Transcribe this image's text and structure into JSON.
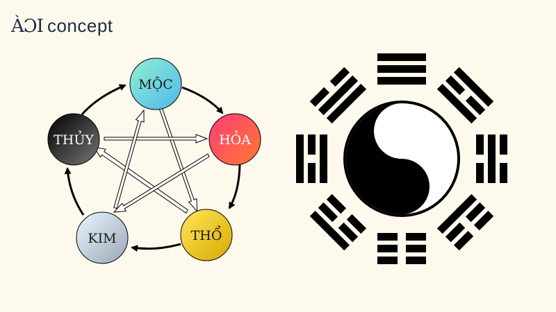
{
  "logo": {
    "mark": "ÀƆI",
    "word": "concept"
  },
  "elements": [
    {
      "label": "MỘC",
      "text_color": "#1a1a1a",
      "gradient": [
        "#8ff0cf",
        "#4fb8ec"
      ]
    },
    {
      "label": "HỎA",
      "text_color": "#ffffff",
      "gradient": [
        "#ff3b7a",
        "#ff7a2e"
      ]
    },
    {
      "label": "THỔ",
      "text_color": "#1a1a1a",
      "gradient": [
        "#ffe85a",
        "#d9a800"
      ]
    },
    {
      "label": "KIM",
      "text_color": "#1a1a1a",
      "gradient": [
        "#eaf5ff",
        "#9aa7b5"
      ]
    },
    {
      "label": "THỦY",
      "text_color": "#ffffff",
      "gradient": [
        "#000000",
        "#777777"
      ]
    }
  ],
  "colors": {
    "background": "#fdf9ec",
    "ink": "#000000",
    "logo": "#1f2a44"
  }
}
